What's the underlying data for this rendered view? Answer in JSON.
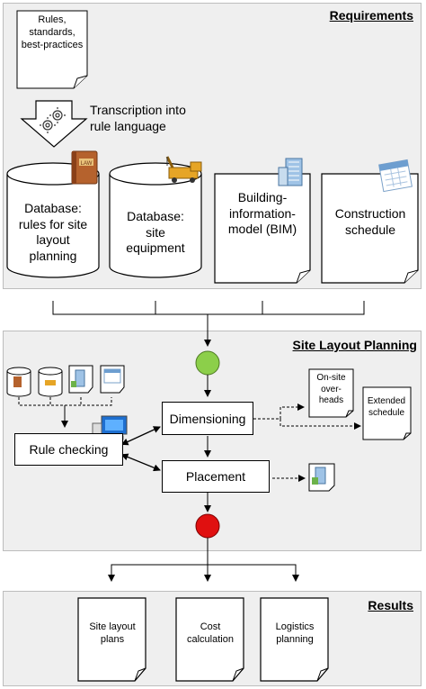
{
  "requirements": {
    "title": "Requirements",
    "rules_doc": "Rules, standards, best-practices",
    "transcription": "Transcription into rule language",
    "db_rules": "Database: rules for site layout planning",
    "db_equipment": "Database: site equipment",
    "bim": "Building-information-model (BIM)",
    "schedule": "Construction schedule"
  },
  "planning": {
    "title": "Site Layout Planning",
    "dimensioning": "Dimensioning",
    "placement": "Placement",
    "rule_checking": "Rule checking",
    "overheads": "On-site over-heads",
    "extended_schedule": "Extended schedule"
  },
  "results": {
    "title": "Results",
    "site_layout_plans": "Site layout plans",
    "cost_calculation": "Cost calculation",
    "logistics_planning": "Logistics planning"
  },
  "colors": {
    "start": "#8ccf4a",
    "end": "#e01010",
    "panel": "#efefef"
  },
  "icons": [
    "gear-icon",
    "law-book-icon",
    "crane-truck-icon",
    "building-icon",
    "calendar-icon",
    "computer-icon"
  ]
}
